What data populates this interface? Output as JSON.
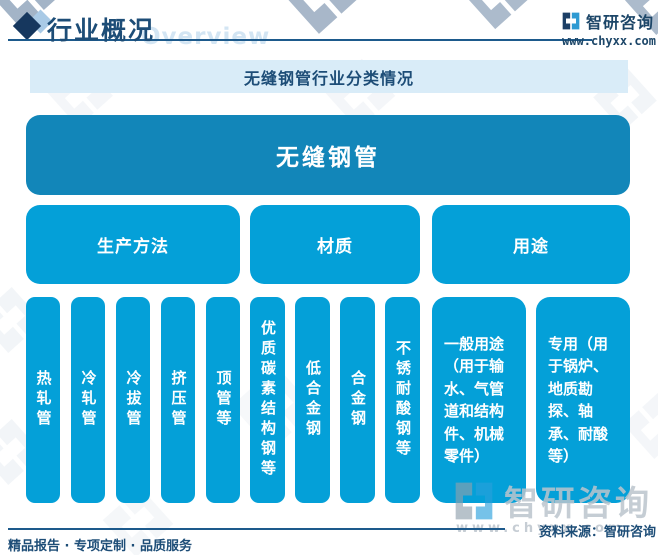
{
  "header": {
    "title": "行业概况",
    "watermark_text": "Overview",
    "brand": "智研咨询",
    "website": "www.chyxx.com"
  },
  "chart_title": "无缝钢管行业分类情况",
  "tree": {
    "root": "无缝钢管",
    "branches": [
      {
        "label": "生产方法",
        "items": [
          "热轧管",
          "冷轧管",
          "冷拔管",
          "挤压管",
          "顶管等"
        ]
      },
      {
        "label": "材质",
        "items": [
          "优质碳素结构钢等",
          "低合金钢",
          "合金钢",
          "不锈耐酸钢等"
        ]
      },
      {
        "label": "用途",
        "items": [
          "一般用途（用于输水、气管道和结构件、机械零件）",
          "专用（用于锅炉、地质勘探、轴承、耐酸等）"
        ]
      }
    ]
  },
  "footer": {
    "services": "精品报告 · 专项定制 · 品质服务",
    "source": "资料来源：智研咨询"
  },
  "watermark": {
    "brand": "智研咨询",
    "website": "www.chyxx.com"
  },
  "colors": {
    "root_box": "#1286b9",
    "node_box": "#04a0d8",
    "navy_text": "#1d4d77",
    "title_bar_bg": "#d9ecf8"
  }
}
